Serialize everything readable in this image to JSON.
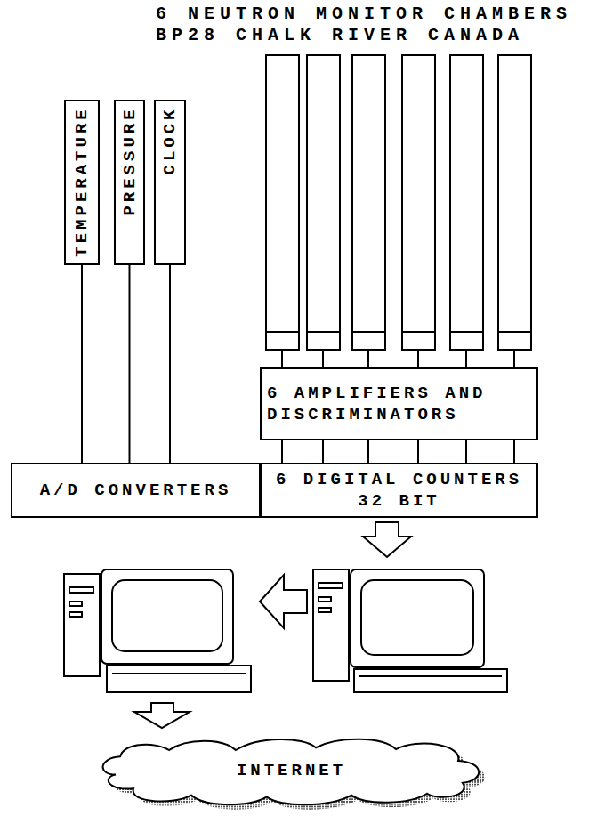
{
  "diagram": {
    "title": "6 NEUTRON MONITOR CHAMBERS BP28 CHALK RIVER CANADA",
    "nodes": [
      {
        "text": [
          "TEMPERATURE"
        ]
      },
      {
        "text": [
          "PRESSURE"
        ]
      },
      {
        "text": [
          "CLOCK"
        ]
      },
      {
        "text": [
          "6 AMPLIFIERS AND DISCRIMINATORS"
        ]
      },
      {
        "text": [
          "A/D CONVERTERS"
        ]
      },
      {
        "text": [
          "6 DIGITAL COUNTERS 32 BIT"
        ]
      },
      {
        "text": [
          "INTERNET"
        ]
      }
    ],
    "edges": [
      {
        "from": 0,
        "to": 4,
        "arrow": "none"
      },
      {
        "from": 1,
        "to": 4,
        "arrow": "none"
      },
      {
        "from": 2,
        "to": 4,
        "arrow": "none"
      },
      {
        "from": 3,
        "to": 5,
        "arrow": "none"
      },
      {
        "from": 3,
        "to": 5,
        "arrow": "none"
      },
      {
        "from": 3,
        "to": 5,
        "arrow": "none"
      },
      {
        "from": 3,
        "to": 5,
        "arrow": "none"
      },
      {
        "from": 3,
        "to": 5,
        "arrow": "none"
      },
      {
        "from": 3,
        "to": 5,
        "arrow": "none"
      }
    ]
  }
}
